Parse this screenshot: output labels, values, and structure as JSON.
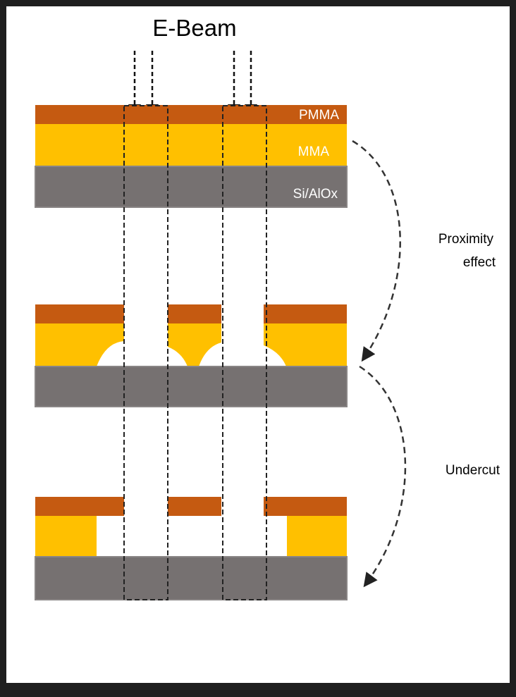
{
  "title": "E-Beam",
  "layers": {
    "top": "PMMA",
    "middle": "MMA",
    "substrate": "Si/AlOx"
  },
  "steps": {
    "proximity_line1": "Proximity",
    "proximity_line2": "effect",
    "undercut": "Undercut"
  },
  "colors": {
    "background": "#1f1f1f",
    "canvas": "#ffffff",
    "pmma": "#c55a11",
    "mma": "#ffc000",
    "substrate": "#767171",
    "substrate_edge": "#898585",
    "arrow": "#222222",
    "text": "#000000",
    "layer_text": "#ffffff"
  }
}
